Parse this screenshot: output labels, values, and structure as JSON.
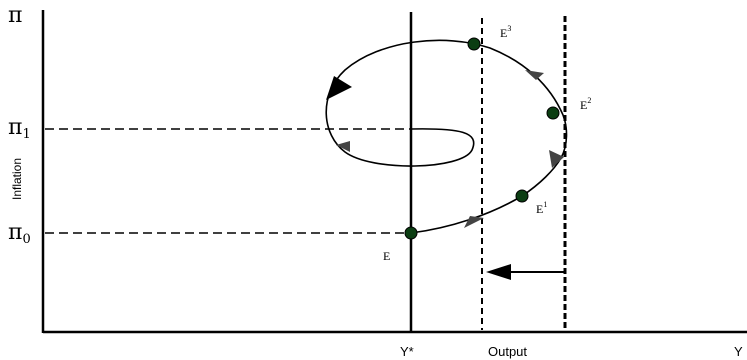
{
  "axes": {
    "y_symbol": "π",
    "y_label": "Inflation",
    "x_label": "Output",
    "x_symbol": "Y",
    "potential_output": "Y*"
  },
  "levels": {
    "pi_1": {
      "base": "π",
      "sub": "1"
    },
    "pi_0": {
      "base": "π",
      "sub": "0"
    }
  },
  "points": [
    {
      "id": "E",
      "base": "E",
      "sup": ""
    },
    {
      "id": "E1",
      "base": "E",
      "sup": "1"
    },
    {
      "id": "E2",
      "base": "E",
      "sup": "2"
    },
    {
      "id": "E3",
      "base": "E",
      "sup": "3"
    }
  ],
  "colors": {
    "ink": "#000000",
    "point_fill": "#0b3d12",
    "arrowhead": "#444444"
  }
}
